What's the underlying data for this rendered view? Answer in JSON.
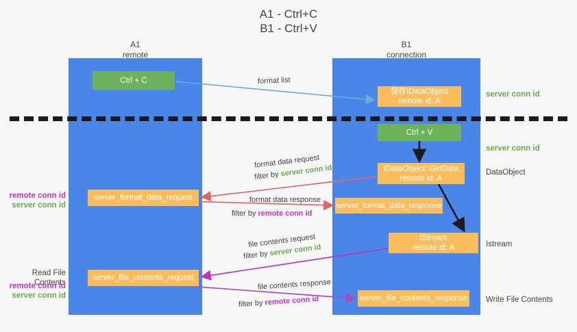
{
  "title": "A1 - Ctrl+C\nB1 - Ctrl+V",
  "lanes": {
    "left": {
      "name": "A1",
      "role": "remote",
      "label": "A1\nremote",
      "color": "#4a86e8"
    },
    "right": {
      "name": "B1",
      "role": "connection",
      "label": "B1\nconnection",
      "color": "#4a86e8"
    }
  },
  "colors": {
    "lane": "#4a86e8",
    "node_green": "#6aa84f",
    "node_orange": "#fbbc5c",
    "server_conn": "#6aa84f",
    "remote_conn": "#c034c0",
    "divider": "#1a1a1a",
    "arrow_blue": "#6fa8dc",
    "arrow_red": "#e06666",
    "arrow_black": "#1a1a1a",
    "arrow_magenta": "#c034c0",
    "arrow_purple": "#9b59d0"
  },
  "nodes": {
    "ctrl_c": {
      "label": "Ctrl + C",
      "style": "green"
    },
    "save_idataobject": {
      "label": "保存IDataObject\nremote id: A",
      "style": "orange"
    },
    "ctrl_v": {
      "label": "Ctrl + V",
      "style": "green"
    },
    "getdata": {
      "label": "IDataObject::GetData\nremote id: A",
      "style": "orange"
    },
    "format_data_request": {
      "label": "server_format_data_request",
      "style": "orange"
    },
    "format_data_response": {
      "label": "server_format_data_response",
      "style": "orange"
    },
    "istream": {
      "label": "IStream\nremote id: A",
      "style": "orange"
    },
    "file_contents_request": {
      "label": "server_file_contents_request",
      "style": "orange"
    },
    "file_contents_response": {
      "label": "server_file_contents_response",
      "style": "orange"
    }
  },
  "arrow_captions": {
    "format_list": "format list",
    "format_data_request": "format data request",
    "format_data_request_filter_prefix": "filter by ",
    "format_data_request_filter_value": "server conn id",
    "format_data_response": "format data response",
    "format_data_response_filter_prefix": "filter by ",
    "format_data_response_filter_value": "remote conn id",
    "file_contents_request": "file contents request",
    "file_contents_request_filter_prefix": "filter by ",
    "file_contents_request_filter_value": "server conn id",
    "file_contents_response": "file contents response",
    "file_contents_response_filter_prefix": "filter by ",
    "file_contents_response_filter_value": "remote conn id"
  },
  "side_labels": {
    "server_conn_top": "server conn id",
    "server_conn_mid": "server conn id",
    "data_object": "DataObject",
    "istream": "Istream",
    "write_file_contents": "Write File Contents",
    "read_file_contents": "Read File Contents",
    "left_remote_conn_1": "remote conn id",
    "left_server_conn_1": "server conn id",
    "left_remote_conn_2": "remote conn id",
    "left_server_conn_2": "server conn id"
  }
}
